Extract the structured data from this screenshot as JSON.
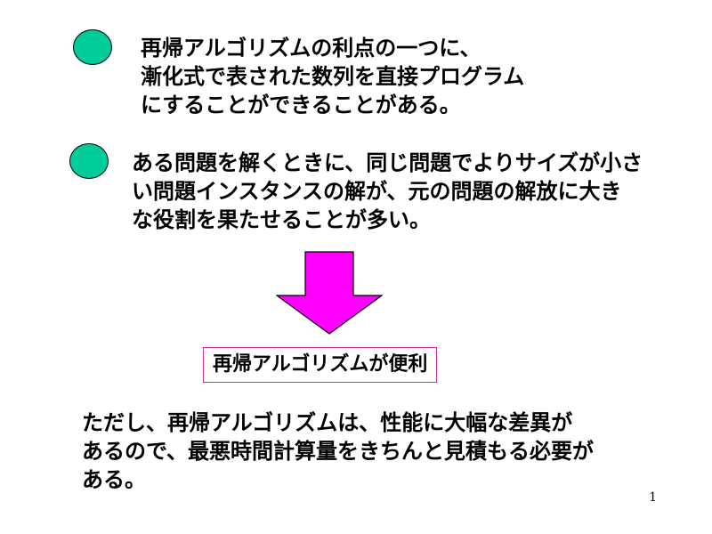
{
  "colors": {
    "bullet": "#00cc99",
    "arrow": "#ff00ff",
    "box_border": "#cc3399"
  },
  "point1": {
    "lines": [
      "再帰アルゴリズムの利点の一つに、",
      "漸化式で表された数列を直接プログラム",
      "にすることができることがある。"
    ]
  },
  "point2": {
    "lines": [
      "ある問題を解くときに、同じ問題でよりサイズが小さ",
      "い問題インスタンスの解が、元の問題の解放に大き",
      "な役割を果たせることが多い。"
    ]
  },
  "arrow_icon": "down-arrow",
  "conclusion": "再帰アルゴリズムが便利",
  "note": {
    "lines": [
      "ただし、再帰アルゴリズムは、性能に大幅な差異が",
      "あるので、最悪時間計算量をきちんと見積もる必要が",
      "ある。"
    ]
  },
  "page_number": "1"
}
